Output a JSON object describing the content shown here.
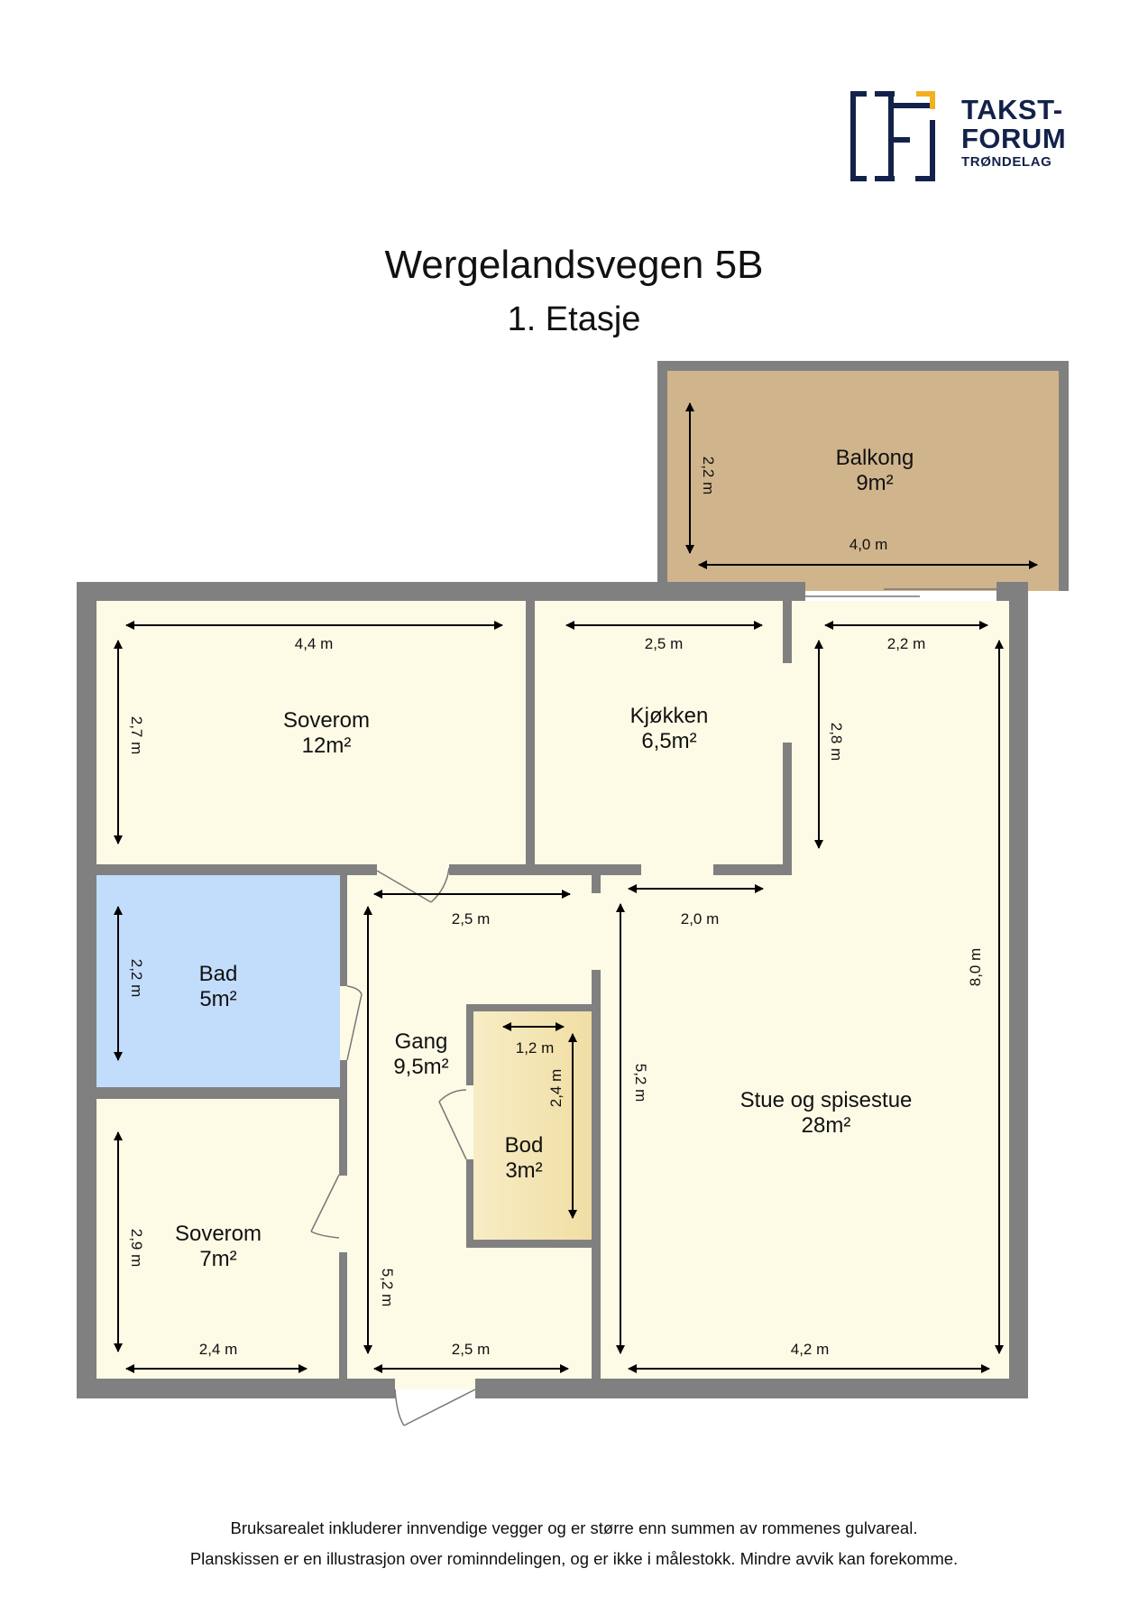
{
  "header": {
    "title": "Wergelandsvegen 5B",
    "subtitle": "1. Etasje"
  },
  "logo": {
    "line1": "TAKST-",
    "line2": "FORUM",
    "line3": "TRØNDELAG",
    "colors": {
      "navy": "#13224a",
      "accent": "#f2b01e"
    }
  },
  "rooms": [
    {
      "id": "balkong",
      "name": "Balkong",
      "area": "9m²",
      "color": "#d0b48c",
      "dims": [
        "2,2 m",
        "4,0 m"
      ]
    },
    {
      "id": "soverom-1",
      "name": "Soverom",
      "area": "12m²",
      "color": "#fdfbe6",
      "dims": [
        "4,4 m",
        "2,7 m"
      ]
    },
    {
      "id": "kjokken",
      "name": "Kjøkken",
      "area": "6,5m²",
      "color": "#fdfbe6",
      "dims": [
        "2,5 m"
      ]
    },
    {
      "id": "stue",
      "name": "Stue og spisestue",
      "area": "28m²",
      "color": "#fdfbe6",
      "dims": [
        "2,2 m",
        "2,8 m",
        "2,0 m",
        "8,0 m",
        "5,2 m",
        "4,2 m"
      ]
    },
    {
      "id": "bad",
      "name": "Bad",
      "area": "5m²",
      "color": "#c2ddfb",
      "dims": [
        "2,2 m"
      ]
    },
    {
      "id": "gang",
      "name": "Gang",
      "area": "9,5m²",
      "color": "#fdfbe6",
      "dims": [
        "2,5 m",
        "5,2 m",
        "2,5 m"
      ]
    },
    {
      "id": "bod",
      "name": "Bod",
      "area": "3m²",
      "color": "#f3e6b4",
      "dims": [
        "1,2 m",
        "2,4 m"
      ]
    },
    {
      "id": "soverom-2",
      "name": "Soverom",
      "area": "7m²",
      "color": "#fdfbe6",
      "dims": [
        "2,9 m",
        "2,4 m"
      ]
    }
  ],
  "colors": {
    "wall": "#808080",
    "floor": "#fdfbe6",
    "balcony": "#d0b48c",
    "bath": "#c2ddfb",
    "storage": "#f3e6b4"
  },
  "footer": {
    "line1": "Bruksarealet inkluderer innvendige vegger og er større enn summen av rommenes gulvareal.",
    "line2": "Planskissen er en illustrasjon over rominndelingen, og er ikke i målestokk. Mindre avvik kan forekomme."
  }
}
